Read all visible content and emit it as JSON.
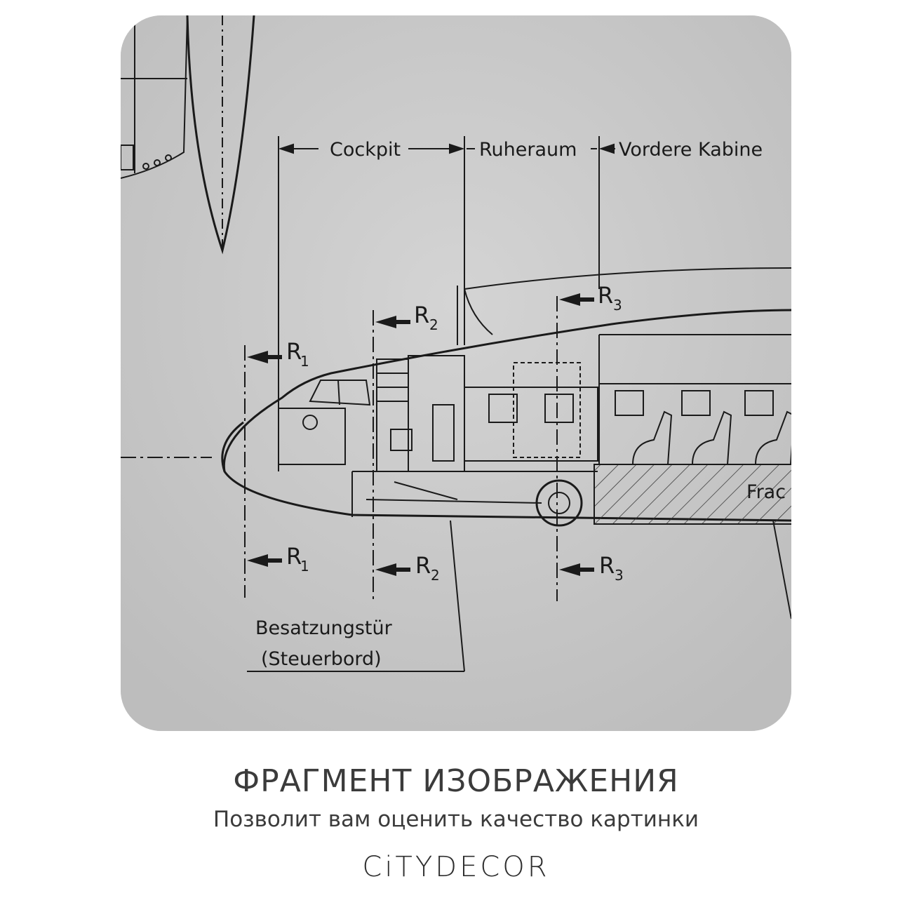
{
  "drawing": {
    "labels": {
      "cockpit": "Cockpit",
      "ruheraum": "Ruheraum",
      "vordere_kabine": "Vordere Kabine",
      "fracht": "Frac",
      "door_line1": "Besatzungstür",
      "door_line2": "(Steuerbord)"
    },
    "sections": [
      "R",
      "R",
      "R",
      "R",
      "R",
      "R"
    ],
    "section_subscripts": [
      "1",
      "2",
      "3",
      "1",
      "2",
      "3"
    ]
  },
  "caption": {
    "title": "ФРАГМЕНТ ИЗОБРАЖЕНИЯ",
    "subtitle": "Позволит вам оценить качество картинки"
  },
  "brand": {
    "logo_text": "CiTYDECOR"
  },
  "colors": {
    "panel_bg": "#c9c9c9",
    "ink": "#1a1a1a",
    "caption": "#3b3b3b"
  }
}
